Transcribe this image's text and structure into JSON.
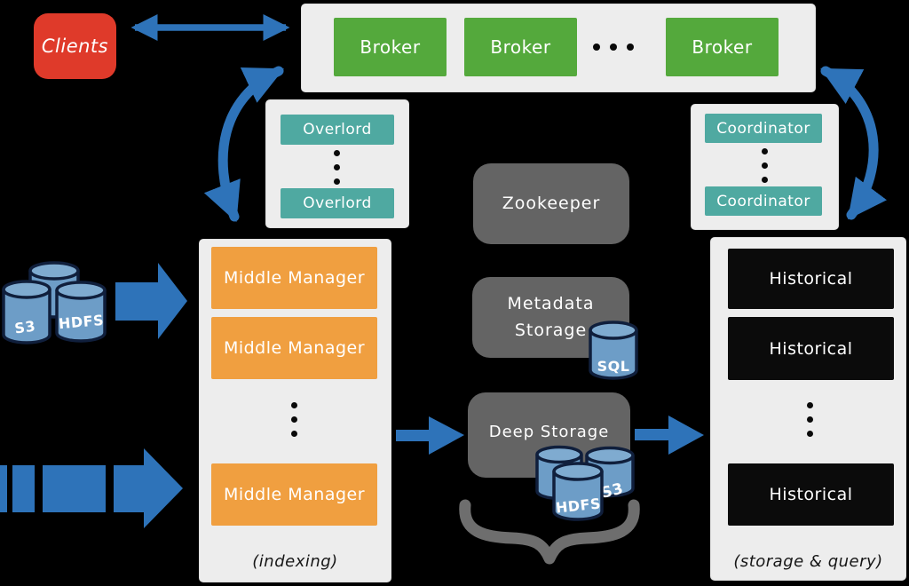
{
  "colors": {
    "background": "#000000",
    "panel_gray": "#ededed",
    "broker_green": "#54a93c",
    "process_teal": "#4fa9a1",
    "middle_manager_orange": "#f09f40",
    "historical_black": "#0b0b0b",
    "clients_red": "#df3a2a",
    "service_dark_gray": "#646464",
    "arrow_blue": "#2e73b9",
    "cylinder_blue": "#6d9dc7",
    "brace_gray": "#6e6e6e"
  },
  "clients": {
    "label": "Clients"
  },
  "brokers": {
    "items": [
      "Broker",
      "Broker",
      "Broker"
    ]
  },
  "overlords": {
    "items": [
      "Overlord",
      "Overlord"
    ]
  },
  "coordinators": {
    "items": [
      "Coordinator",
      "Coordinator"
    ]
  },
  "middle_managers": {
    "items": [
      "Middle Manager",
      "Middle Manager",
      "Middle Manager"
    ],
    "caption": "(indexing)"
  },
  "historicals": {
    "items": [
      "Historical",
      "Historical",
      "Historical"
    ],
    "caption": "(storage & query)"
  },
  "zookeeper": {
    "label": "Zookeeper"
  },
  "metadata_storage": {
    "line1": "Metadata",
    "line2": "Storage",
    "db": "SQL"
  },
  "deep_storage": {
    "label": "Deep Storage",
    "hdfs": "HDFS",
    "s3": "S3"
  },
  "sources": {
    "s3": "S3",
    "hdfs": "HDFS"
  }
}
